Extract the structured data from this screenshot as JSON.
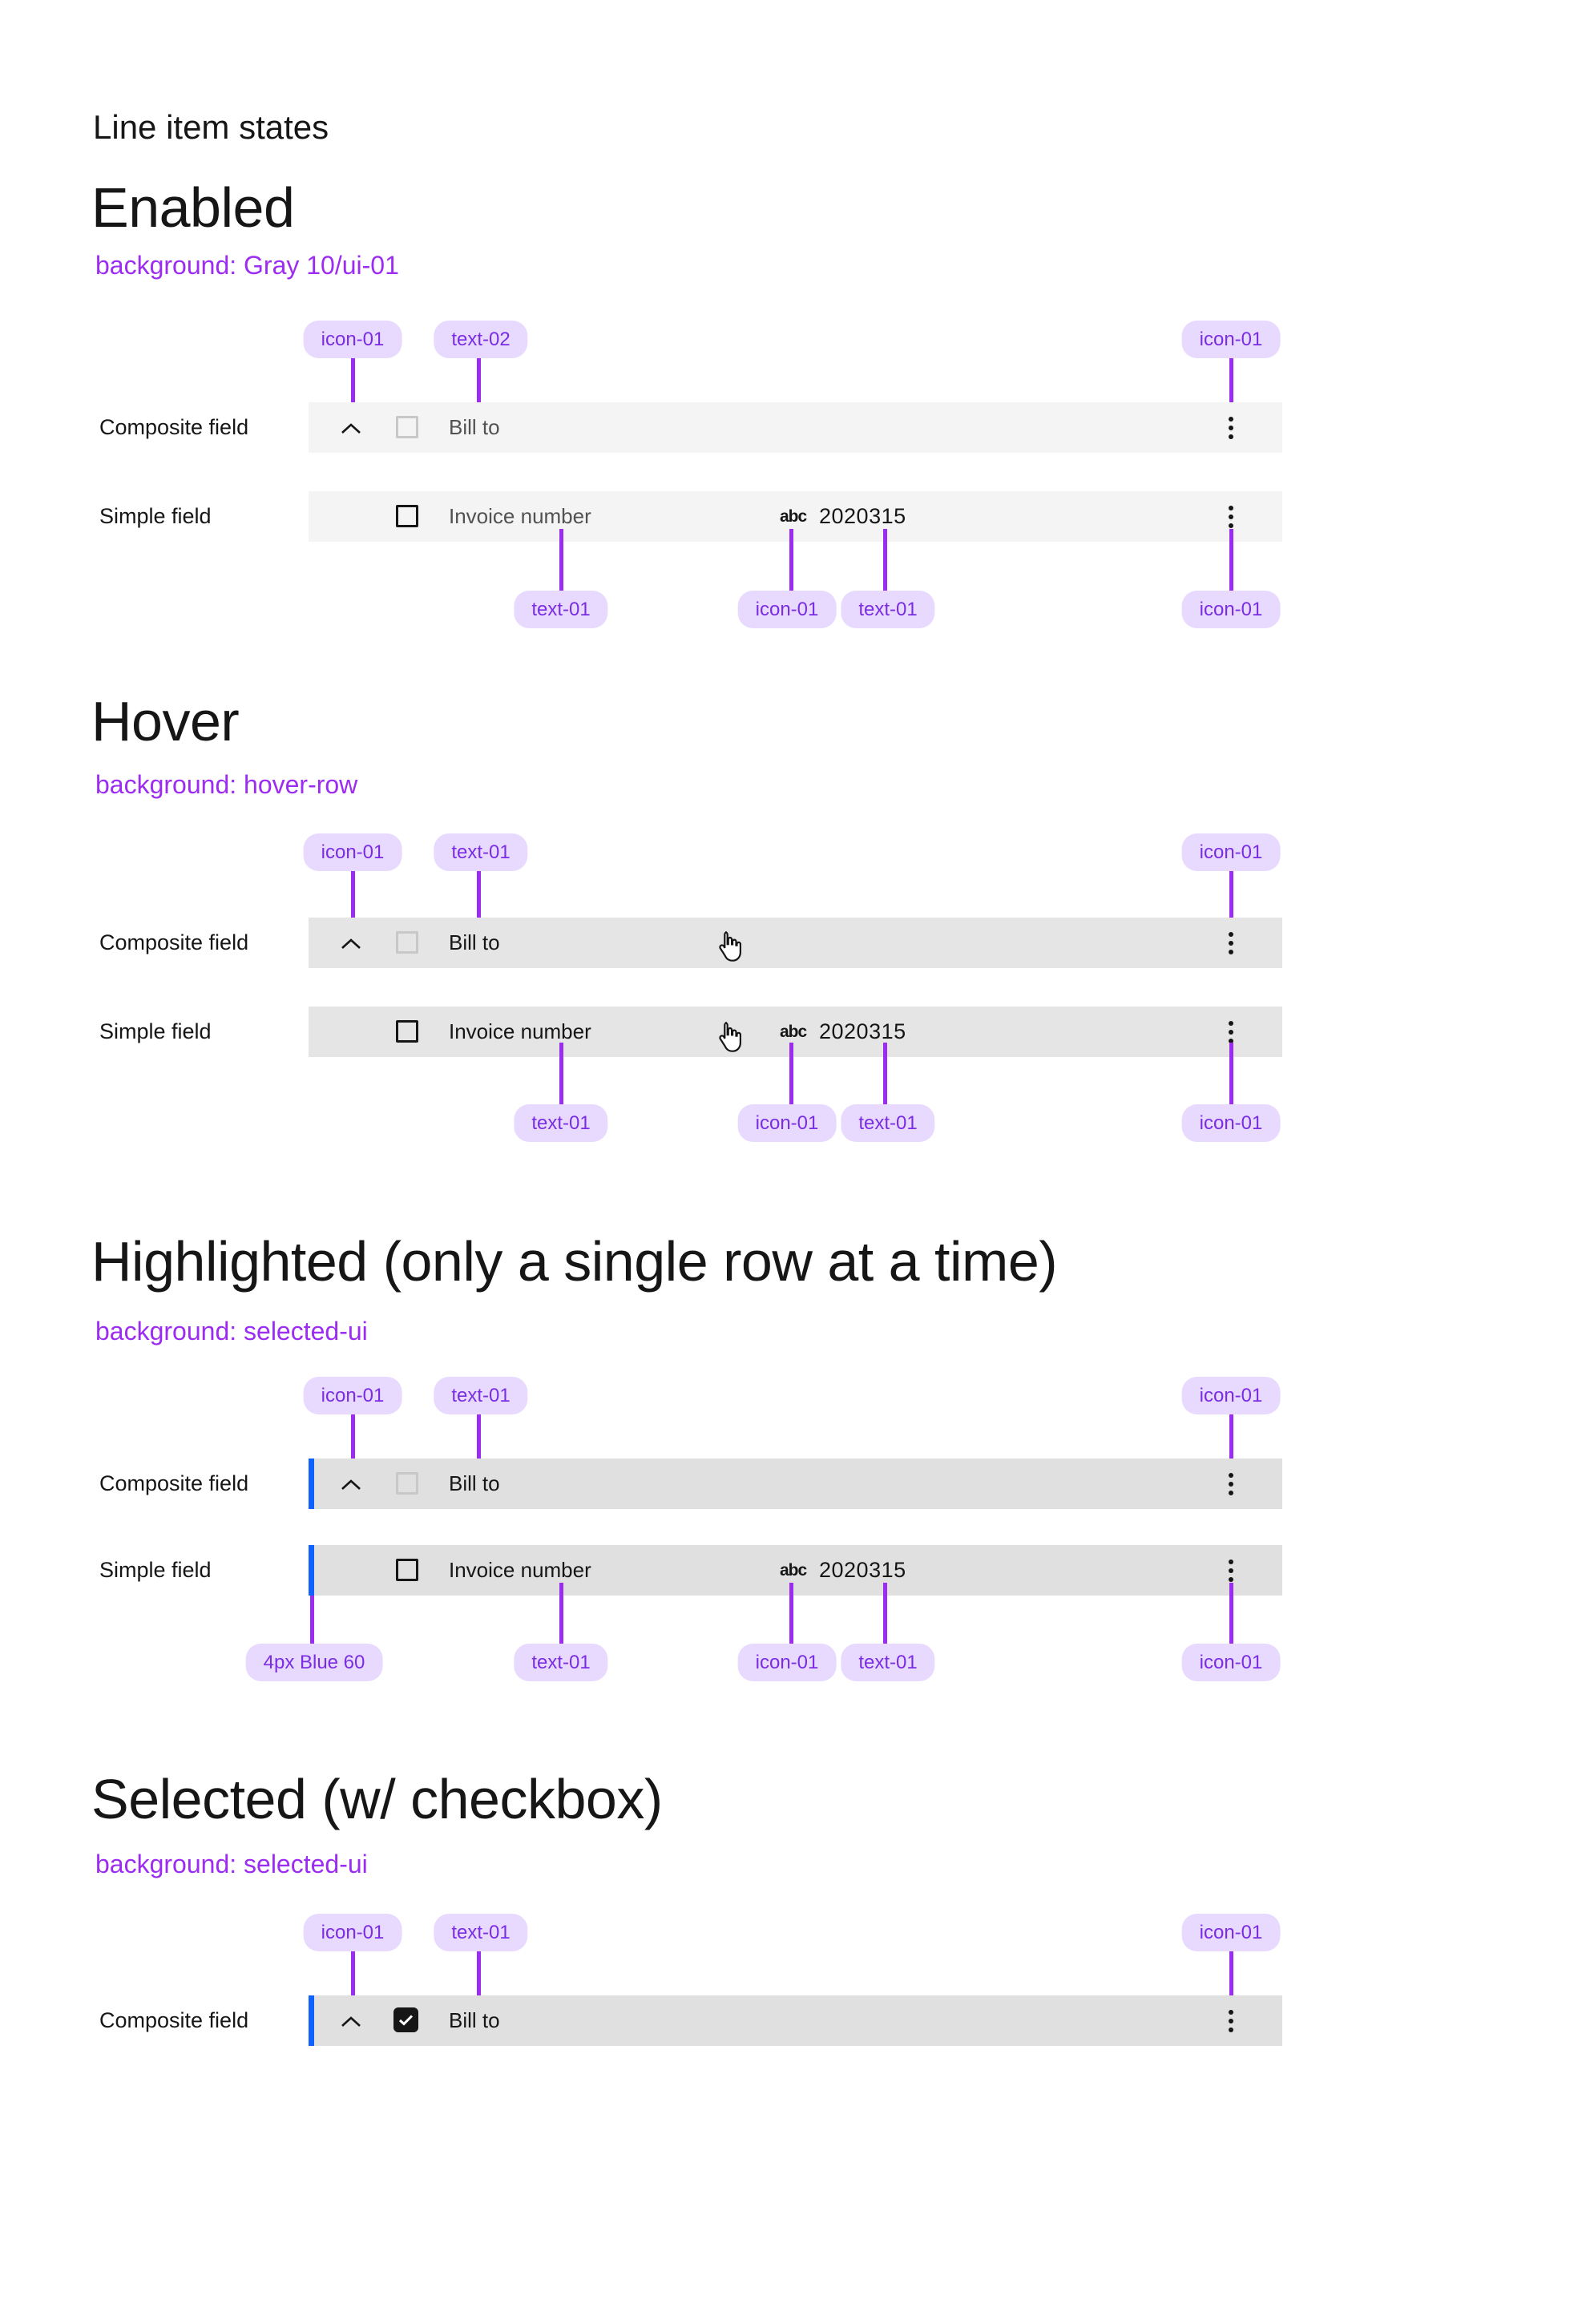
{
  "page_title": "Line item states",
  "labels": {
    "composite": "Composite field",
    "simple": "Simple field"
  },
  "fields": {
    "composite_text": "Bill to",
    "simple_text": "Invoice number",
    "abc": "abc",
    "value": "2020315"
  },
  "colors": {
    "annotation_purple": "#9d2cf2",
    "pill_bg": "#e8daff",
    "pill_text": "#7a2de2",
    "enabled_row_bg": "#f4f4f4",
    "hover_row_bg": "#e5e5e5",
    "selected_row_bg": "#e0e0e0",
    "selection_border_blue": "#0f62fe",
    "text_01": "#161616",
    "text_02": "#525252"
  },
  "icons": {
    "chevron": "chevron-up",
    "overflow": "overflow-menu-vertical",
    "cursor": "hand-pointer",
    "checkbox": "checkbox",
    "abc_type": "string-type"
  },
  "sections": [
    {
      "heading": "Enabled",
      "bg_label": "background: Gray 10/ui-01",
      "pills_top": [
        "icon-01",
        "text-02",
        "icon-01"
      ],
      "pills_bottom": [
        "text-01",
        "icon-01",
        "text-01",
        "icon-01"
      ]
    },
    {
      "heading": "Hover",
      "bg_label": "background: hover-row",
      "pills_top": [
        "icon-01",
        "text-01",
        "icon-01"
      ],
      "pills_bottom": [
        "text-01",
        "icon-01",
        "text-01",
        "icon-01"
      ]
    },
    {
      "heading": "Highlighted (only a single row at a time)",
      "bg_label": "background: selected-ui",
      "pills_top": [
        "icon-01",
        "text-01",
        "icon-01"
      ],
      "pills_bottom": [
        "4px Blue 60",
        "text-01",
        "icon-01",
        "text-01",
        "icon-01"
      ]
    },
    {
      "heading": "Selected (w/ checkbox)",
      "bg_label": "background: selected-ui",
      "pills_top": [
        "icon-01",
        "text-01",
        "icon-01"
      ]
    }
  ]
}
